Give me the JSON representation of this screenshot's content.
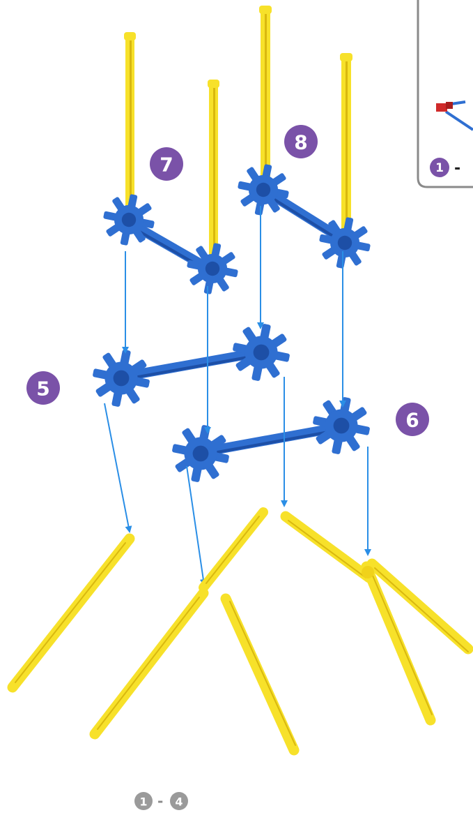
{
  "colors": {
    "rod_yellow": "#f7e12a",
    "rod_yellow_shadow": "#d9b80f",
    "connector_blue": "#2f6fd1",
    "connector_blue_dark": "#1d4fa6",
    "arrow_blue": "#2a8ee6",
    "step_badge_purple": "#7a52a8",
    "grey_badge": "#9a9a9a",
    "inset_border": "#8a8a8a",
    "inset_red": "#d02a2a"
  },
  "step_labels": {
    "step5": "5",
    "step6": "6",
    "step7": "7",
    "step8": "8"
  },
  "inset": {
    "step_start": "1",
    "dash": "-"
  },
  "footer_range": {
    "start": "1",
    "dash": "-",
    "end": "4"
  }
}
